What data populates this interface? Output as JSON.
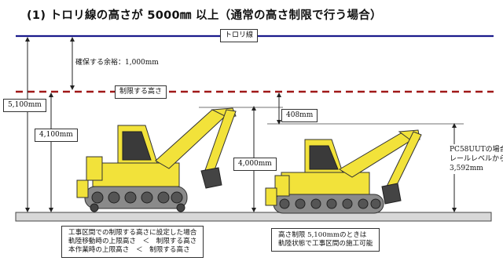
{
  "heading": "(1) トロリ線の高さが 5000㎜ 以上（通常の高さ制限で行う場合）",
  "labels": {
    "trolley_line": "トロリ線",
    "clearance": "確保する余裕：1,000mm",
    "limit_height": "制限する高さ",
    "total_height": "5,100mm",
    "limit_value": "4,100mm",
    "excavator_height": "4,000mm",
    "margin": "408mm",
    "pc58_line1": "PC58UUTの場合",
    "pc58_line2": "レールレベルから",
    "pc58_line3": "3,592mm"
  },
  "notes": {
    "left": [
      "工事区間での制限する高さに設定した場合",
      "軌陸移動時の上限高さ　＜　制限する高さ",
      "本作業時の上限高さ　＜　制限する高さ"
    ],
    "right": [
      "高さ制限 5,100mmのときは",
      "軌陸状態で工事区間の施工可能"
    ]
  },
  "colors": {
    "trolley_line": "#1a1a8c",
    "limit_line": "#a01818",
    "excavator_yellow": "#f2e23a",
    "track_gray": "#8a8a8a",
    "rail_gray": "#d8d8d8"
  }
}
